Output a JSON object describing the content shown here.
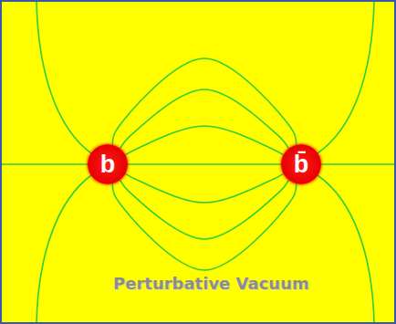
{
  "diagram": {
    "nodes": [
      {
        "text": [
          "b"
        ]
      },
      {
        "text": [
          "b̄"
        ]
      }
    ],
    "edges": [
      {
        "from": 0,
        "to": 1,
        "arrow": "none"
      },
      {
        "from": 0,
        "to": 1,
        "arrow": "none"
      },
      {
        "from": 0,
        "to": 1,
        "arrow": "none"
      },
      {
        "from": 0,
        "to": 1,
        "arrow": "none"
      },
      {
        "from": 0,
        "to": 1,
        "arrow": "none"
      },
      {
        "from": 0,
        "to": 1,
        "arrow": "none"
      },
      {
        "from": 0,
        "to": 1,
        "arrow": "none"
      }
    ],
    "labels": [
      "Perturbative Vacuum"
    ]
  }
}
